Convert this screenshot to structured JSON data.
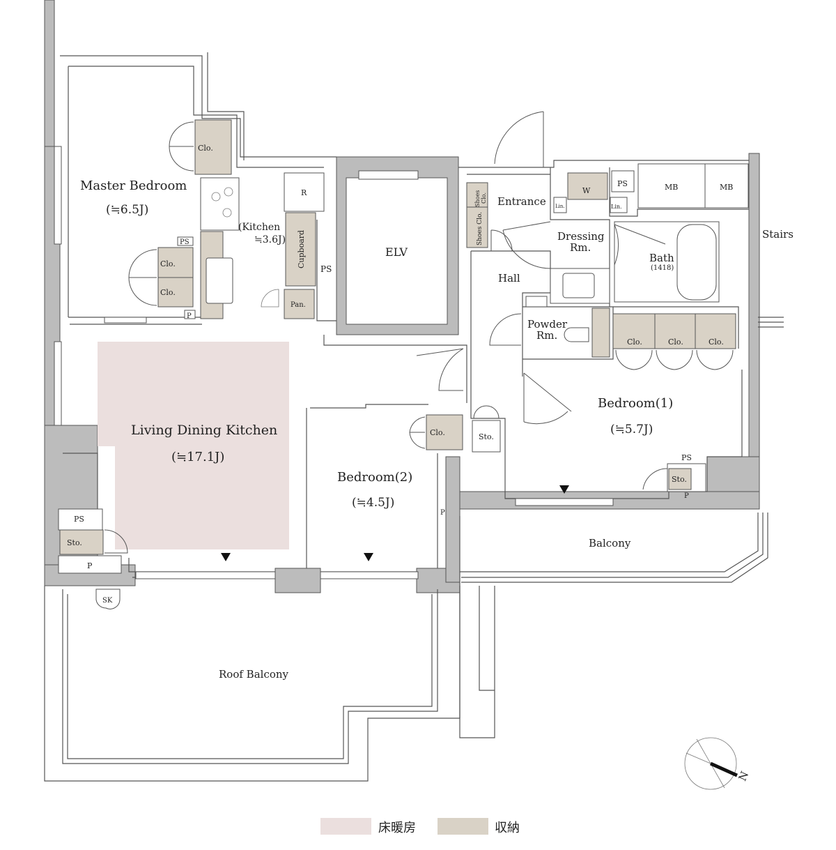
{
  "rooms": {
    "master_bedroom": {
      "name": "Master Bedroom",
      "size": "(≒6.5J)"
    },
    "kitchen": {
      "name": "(Kitchen",
      "size": "≒3.6J)"
    },
    "ldk": {
      "name": "Living Dining Kitchen",
      "size": "(≒17.1J)"
    },
    "bedroom1": {
      "name": "Bedroom(1)",
      "size": "(≒5.7J)"
    },
    "bedroom2": {
      "name": "Bedroom(2)",
      "size": "(≒4.5J)"
    },
    "elv": "ELV",
    "entrance": "Entrance",
    "hall": "Hall",
    "dressing": {
      "line1": "Dressing",
      "line2": "Rm."
    },
    "bath": {
      "name": "Bath",
      "size": "(1418)"
    },
    "powder": {
      "line1": "Powder",
      "line2": "Rm."
    },
    "stairs": "Stairs",
    "balcony": "Balcony",
    "roof_balcony": "Roof Balcony"
  },
  "labels": {
    "clo": "Clo.",
    "sto": "Sto.",
    "ps": "PS",
    "p": "P",
    "r": "R",
    "w": "W",
    "mb": "MB",
    "sk": "SK",
    "pan": "Pan.",
    "lin": "Lin.",
    "cupboard": "Cupboard",
    "shoes_clo": "Shoes Clo.",
    "shoes": "Shoes",
    "clo_short": "Clo."
  },
  "compass": {
    "north": "N"
  },
  "legend": [
    {
      "label": "床暖房",
      "color": "#ebdfde"
    },
    {
      "label": "収納",
      "color": "#d9d2c6"
    }
  ]
}
